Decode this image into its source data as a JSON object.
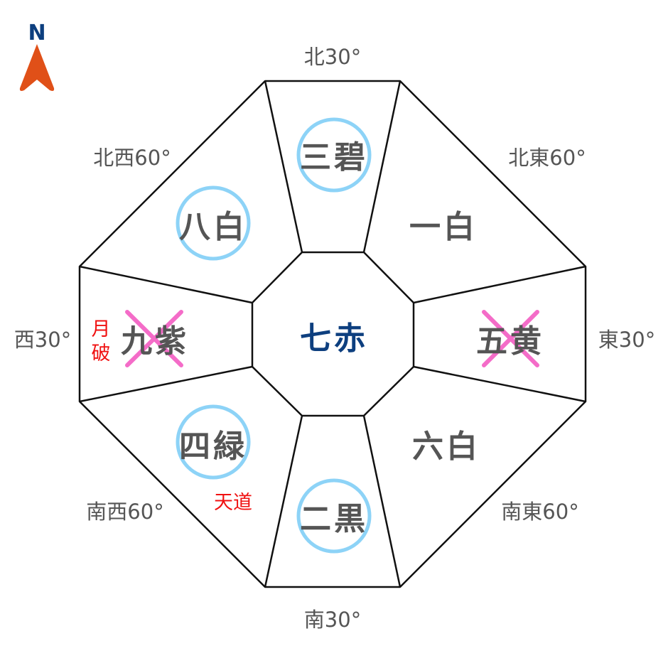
{
  "compass": {
    "label": "N",
    "color_letter": "#0d3f7f",
    "color_arrow": "#e05018"
  },
  "directions": {
    "n": "北30°",
    "ne": "北東60°",
    "e": "東30°",
    "se": "南東60°",
    "s": "南30°",
    "sw": "南西60°",
    "w": "西30°",
    "nw": "北西60°"
  },
  "stars": {
    "center": "七赤",
    "n": "三碧",
    "ne": "一白",
    "e": "五黄",
    "se": "六白",
    "s": "二黒",
    "sw": "四緑",
    "w": "九紫",
    "nw": "八白"
  },
  "annotations": {
    "getsupa_1": "月",
    "getsupa_2": "破",
    "tendo": "天道"
  },
  "marks": {
    "circled": [
      "n",
      "nw",
      "sw",
      "s"
    ],
    "crossed": [
      "w",
      "e"
    ],
    "circle_color": "#8dd3f7",
    "cross_color": "#f46cc8"
  }
}
